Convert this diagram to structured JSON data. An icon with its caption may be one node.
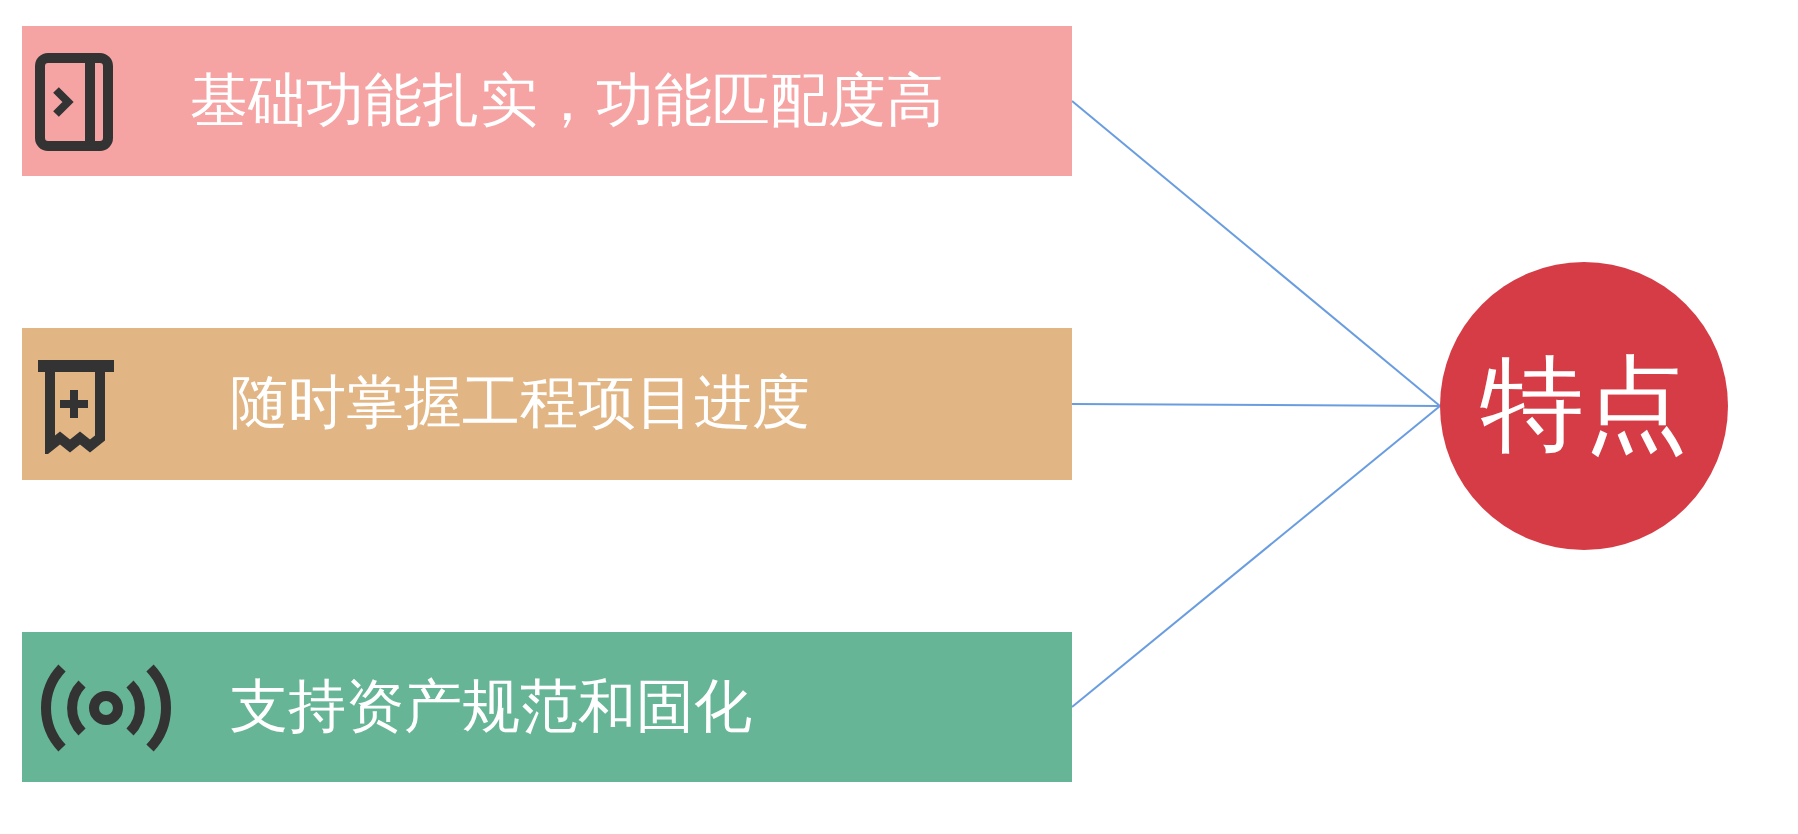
{
  "diagram": {
    "nodes": [
      {
        "text": [
          "基础功能扎实，功能匹配度高"
        ]
      },
      {
        "text": [
          "随时掌握工程项目进度"
        ]
      },
      {
        "text": [
          "支持资产规范和固化"
        ]
      },
      {
        "text": [
          "特点"
        ]
      }
    ],
    "edges": [
      {
        "from": 0,
        "to": 3,
        "arrow": "none"
      },
      {
        "from": 1,
        "to": 3,
        "arrow": "none"
      },
      {
        "from": 2,
        "to": 3,
        "arrow": "none"
      }
    ]
  }
}
